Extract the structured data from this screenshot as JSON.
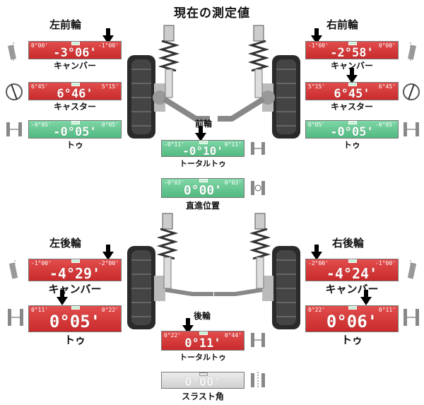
{
  "title": "現在の測定値",
  "front": {
    "left_label": "左前輪",
    "right_label": "右前輪",
    "center_label": "前輪",
    "left": {
      "camber": {
        "lim_l": "0°00'",
        "lim_r": "-1°00'",
        "value": "-3°06'",
        "caption": "キャンバー"
      },
      "caster": {
        "lim_l": "6°45'",
        "lim_r": "5°15'",
        "value": "6°46'",
        "caption": "キャスター"
      },
      "toe": {
        "lim_l": "-0°05'",
        "lim_r": "0°05'",
        "value": "-0°05'",
        "caption": "トゥ"
      }
    },
    "right": {
      "camber": {
        "lim_l": "-1°00'",
        "lim_r": "0°00'",
        "value": "-2°58'",
        "caption": "キャンバー"
      },
      "caster": {
        "lim_l": "5°15'",
        "lim_r": "6°45'",
        "value": "6°45'",
        "caption": "キャスター"
      },
      "toe": {
        "lim_l": "0°05'",
        "lim_r": "-0°05'",
        "value": "-0°05'",
        "caption": "トゥ"
      }
    },
    "total_toe": {
      "lim_l": "-0°11'",
      "lim_r": "0°11'",
      "value": "-0°10'",
      "caption": "トータルトゥ"
    },
    "straight": {
      "lim_l": "-0°03'",
      "lim_r": "0°03'",
      "value": "0°00'",
      "caption": "直進位置"
    }
  },
  "rear": {
    "left_label": "左後輪",
    "right_label": "右後輪",
    "center_label": "後輪",
    "left": {
      "camber": {
        "lim_l": "-1°00'",
        "lim_r": "-2°00'",
        "value": "-4°29'",
        "caption": "キャンバー"
      },
      "toe": {
        "lim_l": "0°11'",
        "lim_r": "0°22'",
        "value": "0°05'",
        "caption": "トゥ"
      }
    },
    "right": {
      "camber": {
        "lim_l": "-2°00'",
        "lim_r": "-1°00'",
        "value": "-4°24'",
        "caption": "キャンバー"
      },
      "toe": {
        "lim_l": "0°22'",
        "lim_r": "0°11'",
        "value": "0°06'",
        "caption": "トゥ"
      }
    },
    "total_toe": {
      "lim_l": "0°22'",
      "lim_r": "0°44'",
      "value": "0°11'",
      "caption": "トータルトゥ"
    },
    "thrust": {
      "value": "0°00'",
      "caption": "スラスト角"
    }
  },
  "colors": {
    "out_of_range": "#d43a3a",
    "in_range": "#62c48f",
    "inactive": "#dcdcdc"
  },
  "icons": [
    "camber-icon",
    "caster-icon",
    "toe-icon",
    "wheel-suspension-icon",
    "down-arrow-icon"
  ]
}
